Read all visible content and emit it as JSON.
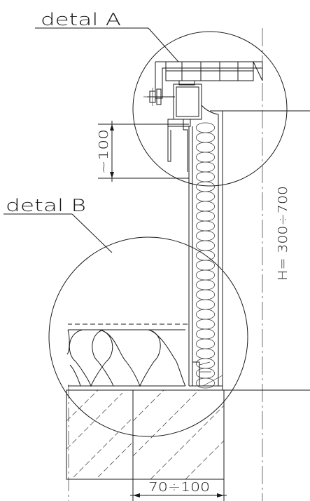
{
  "labels": {
    "detail_a": "detal  A",
    "detail_b": "detal  B",
    "height_dim": "H=  300÷700",
    "overlap_dim": "~100",
    "width_dim": "70÷100"
  },
  "colors": {
    "line": "#1a1a1a",
    "background": "#ffffff"
  }
}
